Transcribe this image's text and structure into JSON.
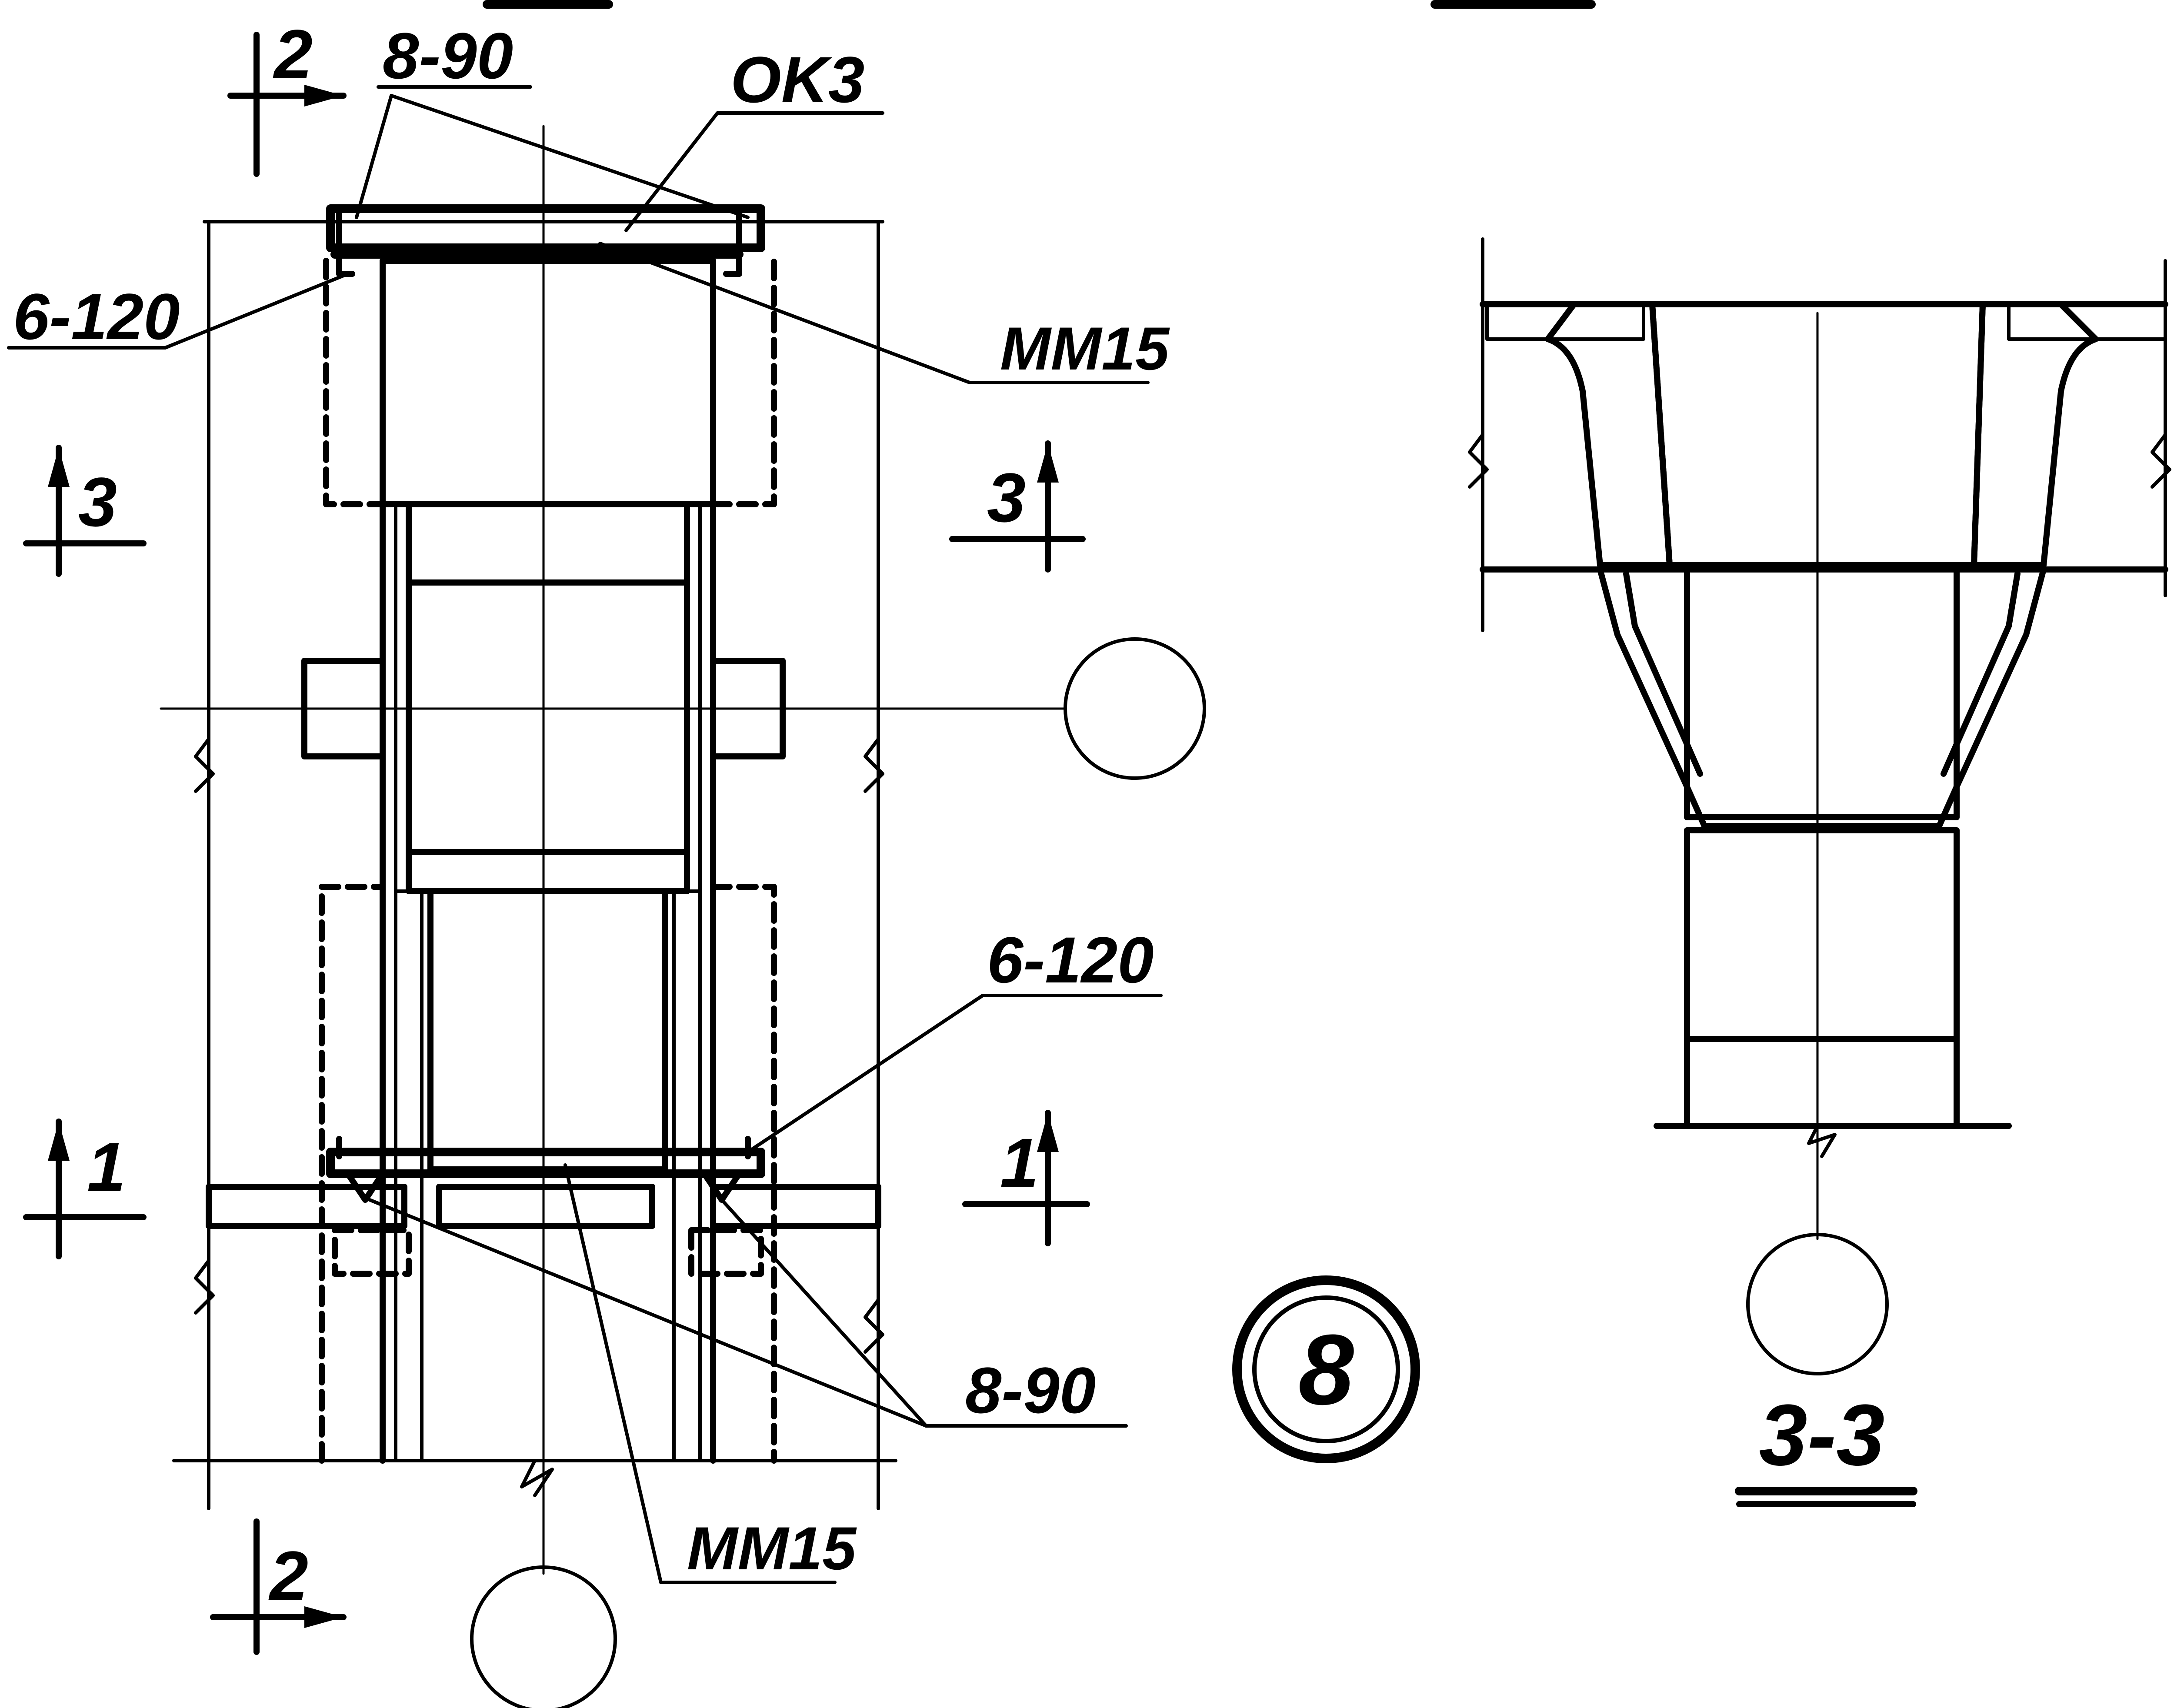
{
  "labels": {
    "section_mark_2": "2",
    "section_mark_3": "3",
    "section_mark_1": "1",
    "rebar_8_90": "8-90",
    "rebar_6_120": "6-120",
    "part_ok3": "OK3",
    "part_mm15": "MM15",
    "node_number": "8",
    "section_title": "3-3"
  }
}
